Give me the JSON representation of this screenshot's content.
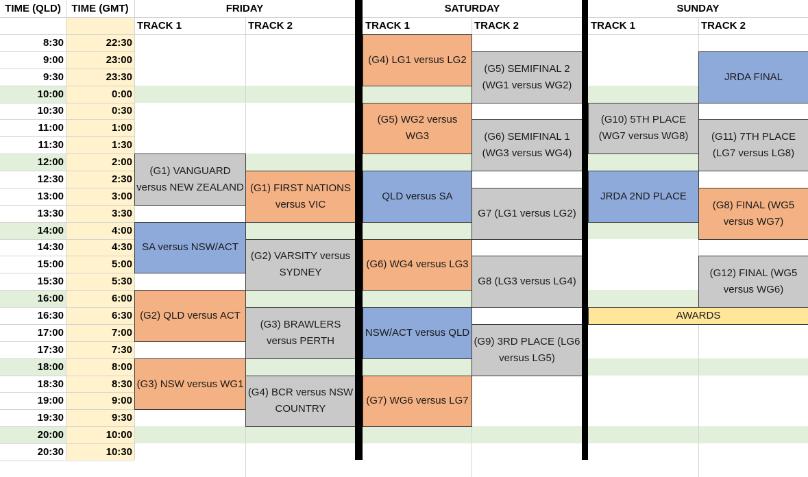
{
  "headers": {
    "time_qld": "TIME (QLD)",
    "time_gmt": "TIME (GMT)",
    "friday": "FRIDAY",
    "saturday": "SATURDAY",
    "sunday": "SUNDAY",
    "track1": "TRACK 1",
    "track2": "TRACK 2"
  },
  "times": [
    {
      "qld": "8:30",
      "gmt": "22:30"
    },
    {
      "qld": "9:00",
      "gmt": "23:00"
    },
    {
      "qld": "9:30",
      "gmt": "23:30"
    },
    {
      "qld": "10:00",
      "gmt": "0:00"
    },
    {
      "qld": "10:30",
      "gmt": "0:30"
    },
    {
      "qld": "11:00",
      "gmt": "1:00"
    },
    {
      "qld": "11:30",
      "gmt": "1:30"
    },
    {
      "qld": "12:00",
      "gmt": "2:00"
    },
    {
      "qld": "12:30",
      "gmt": "2:30"
    },
    {
      "qld": "13:00",
      "gmt": "3:00"
    },
    {
      "qld": "13:30",
      "gmt": "3:30"
    },
    {
      "qld": "14:00",
      "gmt": "4:00"
    },
    {
      "qld": "14:30",
      "gmt": "4:30"
    },
    {
      "qld": "15:00",
      "gmt": "5:00"
    },
    {
      "qld": "15:30",
      "gmt": "5:30"
    },
    {
      "qld": "16:00",
      "gmt": "6:00"
    },
    {
      "qld": "16:30",
      "gmt": "6:30"
    },
    {
      "qld": "17:00",
      "gmt": "7:00"
    },
    {
      "qld": "17:30",
      "gmt": "7:30"
    },
    {
      "qld": "18:00",
      "gmt": "8:00"
    },
    {
      "qld": "18:30",
      "gmt": "8:30"
    },
    {
      "qld": "19:00",
      "gmt": "9:00"
    },
    {
      "qld": "19:30",
      "gmt": "9:30"
    },
    {
      "qld": "20:00",
      "gmt": "10:00"
    },
    {
      "qld": "20:30",
      "gmt": "10:30"
    }
  ],
  "colors": {
    "match_orange": "#f4b183",
    "match_blue": "#8eaadb",
    "match_gray": "#c9c9c9",
    "awards_yellow": "#ffe699",
    "gmt_column": "#fff2cc",
    "hour_band": "#e2efda"
  },
  "events": [
    {
      "day": "friday",
      "track": 1,
      "start": "12:00",
      "end": "13:30",
      "color": "gray",
      "label": "(G1) VANGUARD versus NEW ZEALAND"
    },
    {
      "day": "friday",
      "track": 2,
      "start": "12:30",
      "end": "14:00",
      "color": "orange",
      "label": "(G1) FIRST NATIONS versus VIC"
    },
    {
      "day": "friday",
      "track": 1,
      "start": "14:00",
      "end": "15:30",
      "color": "blue",
      "label": "SA versus NSW/ACT"
    },
    {
      "day": "friday",
      "track": 2,
      "start": "14:30",
      "end": "16:00",
      "color": "gray",
      "label": "(G2) VARSITY versus SYDNEY"
    },
    {
      "day": "friday",
      "track": 1,
      "start": "16:00",
      "end": "17:30",
      "color": "orange",
      "label": "(G2) QLD versus ACT"
    },
    {
      "day": "friday",
      "track": 2,
      "start": "16:30",
      "end": "18:00",
      "color": "gray",
      "label": "(G3) BRAWLERS versus PERTH"
    },
    {
      "day": "friday",
      "track": 1,
      "start": "18:00",
      "end": "19:30",
      "color": "orange",
      "label": "(G3) NSW versus WG1"
    },
    {
      "day": "friday",
      "track": 2,
      "start": "18:30",
      "end": "20:00",
      "color": "gray",
      "label": "(G4) BCR versus NSW COUNTRY"
    },
    {
      "day": "saturday",
      "track": 1,
      "start": "8:30",
      "end": "10:00",
      "color": "orange",
      "label": "(G4) LG1 versus LG2"
    },
    {
      "day": "saturday",
      "track": 2,
      "start": "9:00",
      "end": "10:30",
      "color": "gray",
      "label": "(G5) SEMIFINAL 2 (WG1 versus WG2)"
    },
    {
      "day": "saturday",
      "track": 1,
      "start": "10:30",
      "end": "12:00",
      "color": "orange",
      "label": "(G5) WG2 versus WG3"
    },
    {
      "day": "saturday",
      "track": 2,
      "start": "11:00",
      "end": "12:30",
      "color": "gray",
      "label": "(G6) SEMIFINAL 1 (WG3 versus WG4)"
    },
    {
      "day": "saturday",
      "track": 1,
      "start": "12:30",
      "end": "14:00",
      "color": "blue",
      "label": "QLD versus SA"
    },
    {
      "day": "saturday",
      "track": 2,
      "start": "13:00",
      "end": "14:30",
      "color": "gray",
      "label": "G7 (LG1 versus LG2)"
    },
    {
      "day": "saturday",
      "track": 1,
      "start": "14:30",
      "end": "16:00",
      "color": "orange",
      "label": "(G6) WG4 versus LG3"
    },
    {
      "day": "saturday",
      "track": 2,
      "start": "15:00",
      "end": "16:30",
      "color": "gray",
      "label": "G8 (LG3 versus LG4)"
    },
    {
      "day": "saturday",
      "track": 1,
      "start": "16:30",
      "end": "18:00",
      "color": "blue",
      "label": "NSW/ACT versus QLD"
    },
    {
      "day": "saturday",
      "track": 2,
      "start": "17:00",
      "end": "18:30",
      "color": "gray",
      "label": "(G9) 3RD PLACE (LG6 versus LG5)"
    },
    {
      "day": "saturday",
      "track": 1,
      "start": "18:30",
      "end": "20:00",
      "color": "orange",
      "label": "(G7) WG6 versus LG7"
    },
    {
      "day": "sunday",
      "track": 2,
      "start": "9:00",
      "end": "10:30",
      "color": "blue",
      "label": "JRDA FINAL"
    },
    {
      "day": "sunday",
      "track": 1,
      "start": "10:30",
      "end": "12:00",
      "color": "gray",
      "label": "(G10) 5TH PLACE (WG7 versus WG8)"
    },
    {
      "day": "sunday",
      "track": 2,
      "start": "11:00",
      "end": "12:30",
      "color": "gray",
      "label": "(G11) 7TH PLACE (LG7 versus LG8)"
    },
    {
      "day": "sunday",
      "track": 1,
      "start": "12:30",
      "end": "14:00",
      "color": "blue",
      "label": "JRDA 2ND PLACE"
    },
    {
      "day": "sunday",
      "track": 2,
      "start": "13:00",
      "end": "14:30",
      "color": "orange",
      "label": "(G8) FINAL (WG5 versus WG7)"
    },
    {
      "day": "sunday",
      "track": 2,
      "start": "15:00",
      "end": "16:30",
      "color": "gray",
      "label": "(G12) FINAL (WG5 versus WG6)"
    },
    {
      "day": "sunday",
      "track": "both",
      "start": "16:30",
      "end": "17:00",
      "color": "yellow",
      "label": "AWARDS"
    }
  ]
}
